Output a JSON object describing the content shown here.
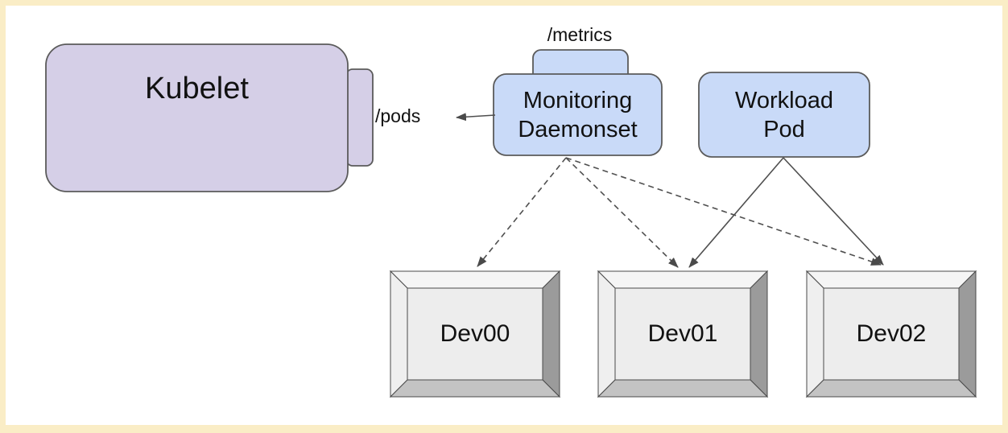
{
  "colors": {
    "page_border": "#faedc6",
    "canvas_background": "#ffffff",
    "node_purple": "#d5cfe7",
    "node_blue": "#c9daf8",
    "node_stroke": "#5b5b5b",
    "edge": "#4f4f4f",
    "bevel_top": "#f5f5f5",
    "bevel_left": "#efefef",
    "bevel_right": "#9b9b9b",
    "bevel_bottom": "#c3c3c3",
    "bevel_face": "#ededed",
    "text": "#111111"
  },
  "nodes": {
    "kubelet": {
      "label": "Kubelet"
    },
    "pods_endpoint": {
      "label": "/pods"
    },
    "metrics_endpoint": {
      "label": "/metrics"
    },
    "monitoring_daemonset": {
      "lines": [
        "Monitoring",
        "Daemonset"
      ]
    },
    "workload_pod": {
      "lines": [
        "Workload",
        "Pod"
      ]
    },
    "devices": [
      {
        "label": "Dev00"
      },
      {
        "label": "Dev01"
      },
      {
        "label": "Dev02"
      }
    ]
  },
  "edges": [
    {
      "from": "monitoring-daemonset",
      "to": "kubelet-pods-endpoint",
      "style": "solid-arrow"
    },
    {
      "from": "monitoring-daemonset",
      "to": "dev00",
      "style": "dashed-arrow"
    },
    {
      "from": "monitoring-daemonset",
      "to": "dev01",
      "style": "dashed-arrow"
    },
    {
      "from": "monitoring-daemonset",
      "to": "dev02",
      "style": "dashed-arrow"
    },
    {
      "from": "workload-pod",
      "to": "dev01",
      "style": "solid-arrow"
    },
    {
      "from": "workload-pod",
      "to": "dev02",
      "style": "solid-arrow"
    }
  ]
}
